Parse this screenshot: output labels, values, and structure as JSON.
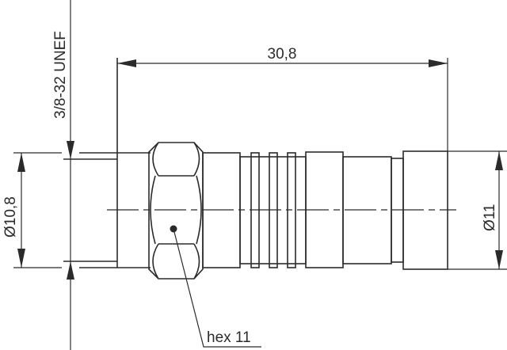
{
  "drawing": {
    "overall_length": "30,8",
    "thread_spec": "3/8-32 UNEF",
    "left_diameter": "Ø10,8",
    "right_diameter": "Ø11",
    "hex_callout": "hex 11"
  },
  "colors": {
    "line": "#2b2b2b",
    "background": "#ffffff"
  }
}
